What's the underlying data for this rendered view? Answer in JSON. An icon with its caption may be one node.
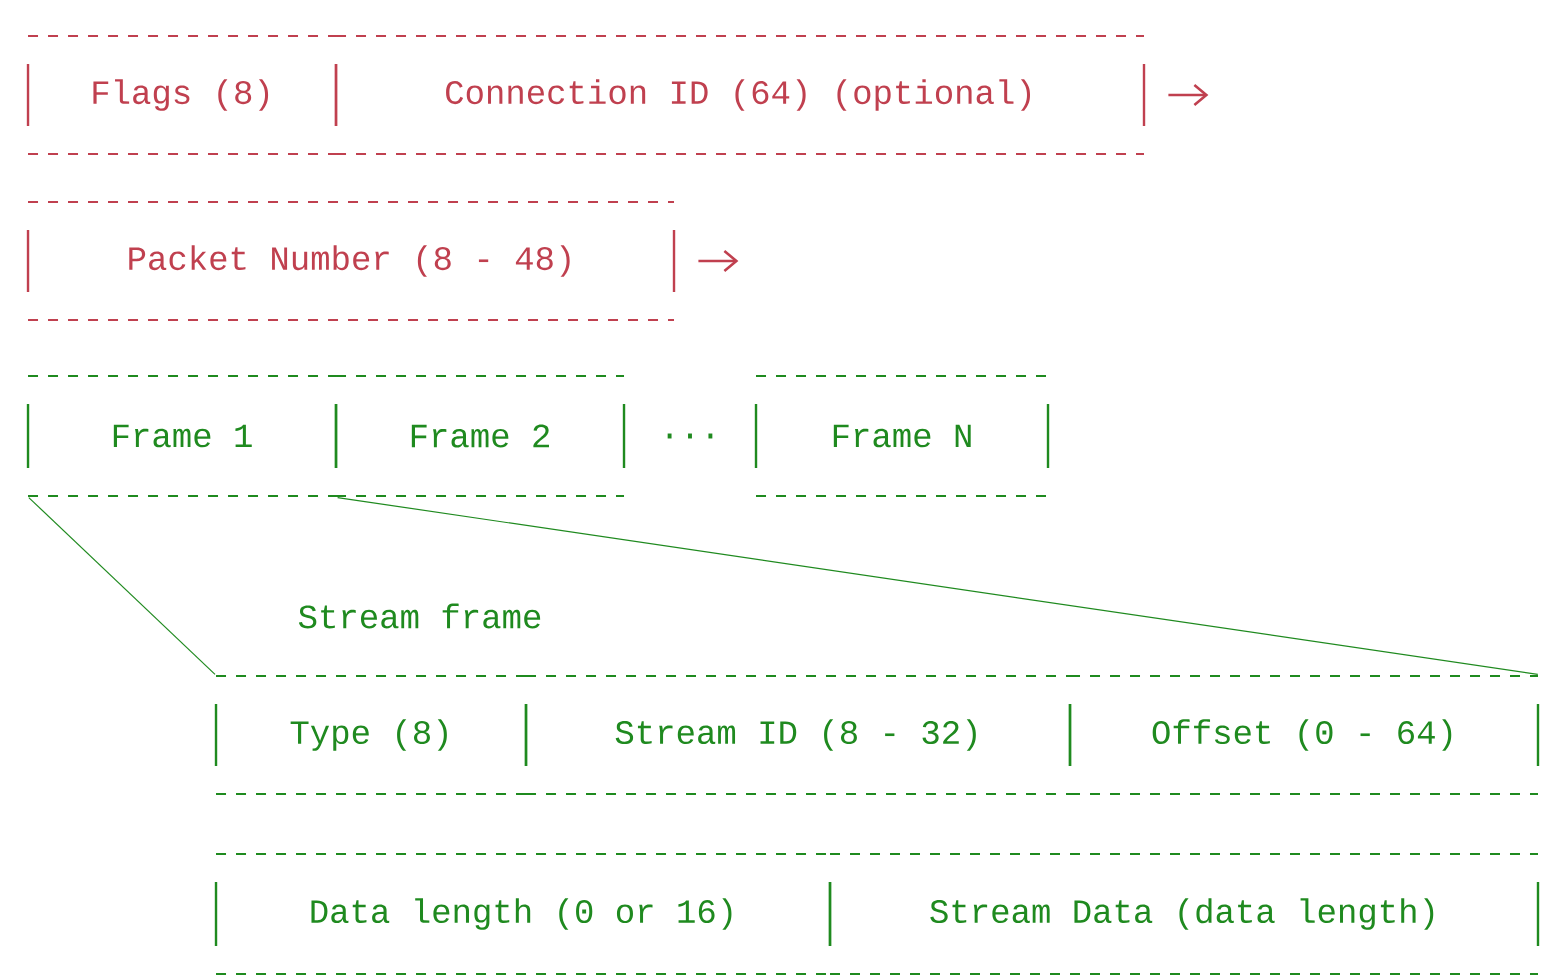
{
  "diagram": {
    "nodes": [
      {
        "text": [
          "Flags (8)"
        ]
      },
      {
        "text": [
          "Connection ID (64) (optional)"
        ]
      },
      {
        "text": [
          "Packet Number (8 - 48)"
        ]
      },
      {
        "text": [
          "Frame 1"
        ]
      },
      {
        "text": [
          "Frame 2"
        ]
      },
      {
        "text": [
          "Frame N"
        ]
      },
      {
        "text": [
          "Type (8)"
        ]
      },
      {
        "text": [
          "Stream ID (8 - 32)"
        ]
      },
      {
        "text": [
          "Offset (0 - 64)"
        ]
      },
      {
        "text": [
          "Data length (0 or 16)"
        ]
      },
      {
        "text": [
          "Stream Data (data length)"
        ]
      }
    ],
    "edges": [
      {
        "from": 1,
        "to": null,
        "arrow": "to",
        "color": "#c0404f"
      },
      {
        "from": 2,
        "to": null,
        "arrow": "to",
        "color": "#c0404f"
      },
      {
        "from": 3,
        "to": 6,
        "arrow": "none",
        "color": "#1f8a1f"
      },
      {
        "from": 3,
        "to": 8,
        "arrow": "none",
        "color": "#1f8a1f"
      }
    ],
    "labels": [
      "...",
      "Stream frame"
    ]
  }
}
